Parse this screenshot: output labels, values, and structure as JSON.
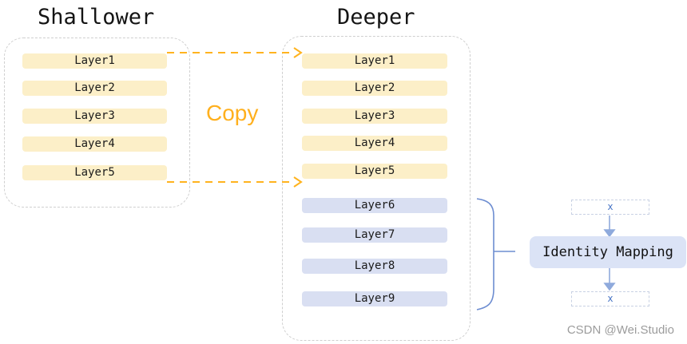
{
  "titles": {
    "shallower": "Shallower",
    "deeper": "Deeper"
  },
  "copy_label": "Copy",
  "shallower": {
    "layers": [
      "Layer1",
      "Layer2",
      "Layer3",
      "Layer4",
      "Layer5"
    ]
  },
  "deeper": {
    "copied_layers": [
      "Layer1",
      "Layer2",
      "Layer3",
      "Layer4",
      "Layer5"
    ],
    "extra_layers": [
      "Layer6",
      "Layer7",
      "Layer8",
      "Layer9"
    ]
  },
  "identity": {
    "label": "Identity Mapping",
    "input_label": "x",
    "output_label": "x"
  },
  "watermark": "CSDN @Wei.Studio",
  "colors": {
    "layer_yellow": "#fcefc8",
    "layer_blue": "#d9dff2",
    "identity_box_blue": "#dbe3f6",
    "copy_orange": "#ffb01e",
    "arrow_orange": "#ffb31e",
    "brace_blue": "#6d8dd1",
    "flow_arrow_blue": "#8faadc",
    "x_text_blue": "#4472c4",
    "container_border_gray": "#cfcfcf",
    "watermark_gray": "#9c9c9c"
  }
}
